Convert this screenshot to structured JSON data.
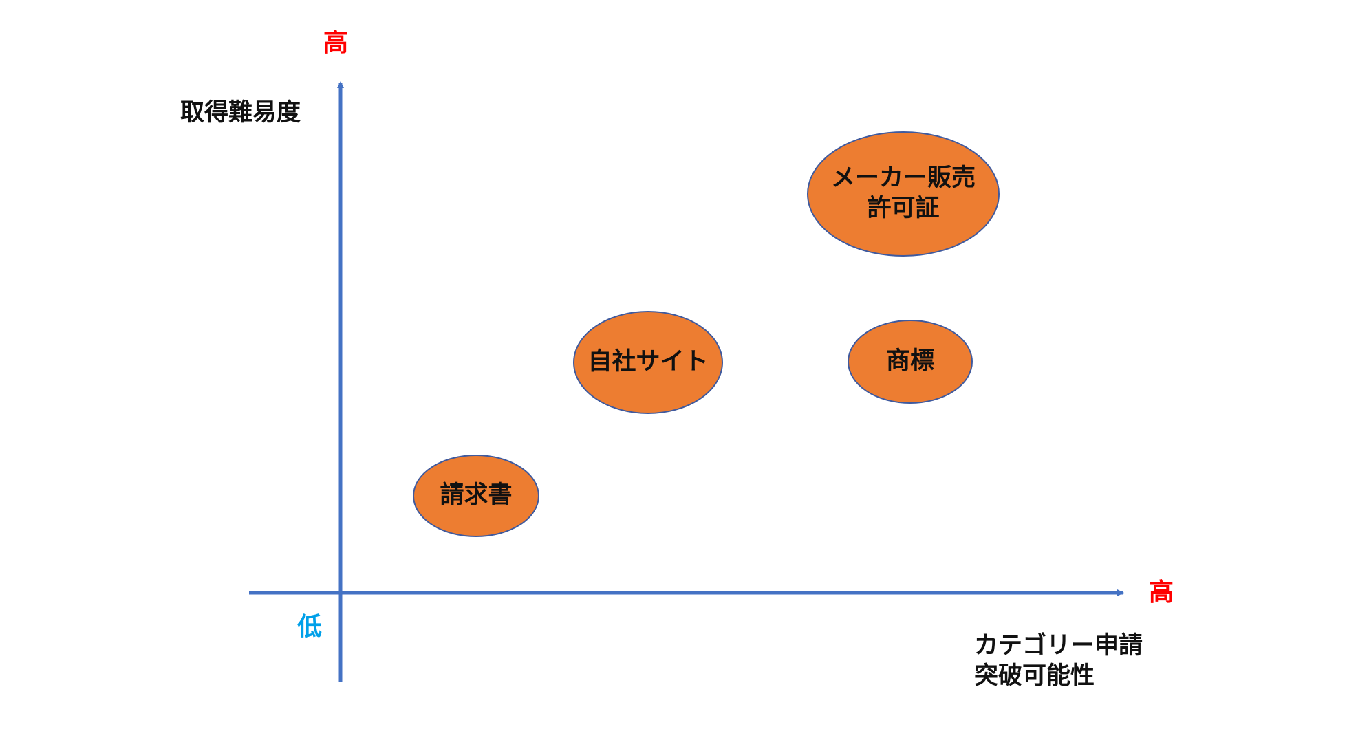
{
  "colors": {
    "axis": "#4472C4",
    "bubble_fill": "#ED7D31",
    "bubble_stroke": "#3F5A9E",
    "high_label": "#FF0000",
    "low_label": "#00A0E9",
    "text": "#111111"
  },
  "y_axis": {
    "title": "取得難易度",
    "high_label": "高"
  },
  "x_axis": {
    "title_lines": [
      "カテゴリー申請",
      "突破可能性"
    ],
    "high_label": "高"
  },
  "origin_label": "低",
  "bubbles": [
    {
      "id": "maker",
      "lines": [
        "メーカー販売",
        "許可証"
      ]
    },
    {
      "id": "own-site",
      "lines": [
        "自社サイト"
      ]
    },
    {
      "id": "trademark",
      "lines": [
        "商標"
      ]
    },
    {
      "id": "invoice",
      "lines": [
        "請求書"
      ]
    }
  ]
}
